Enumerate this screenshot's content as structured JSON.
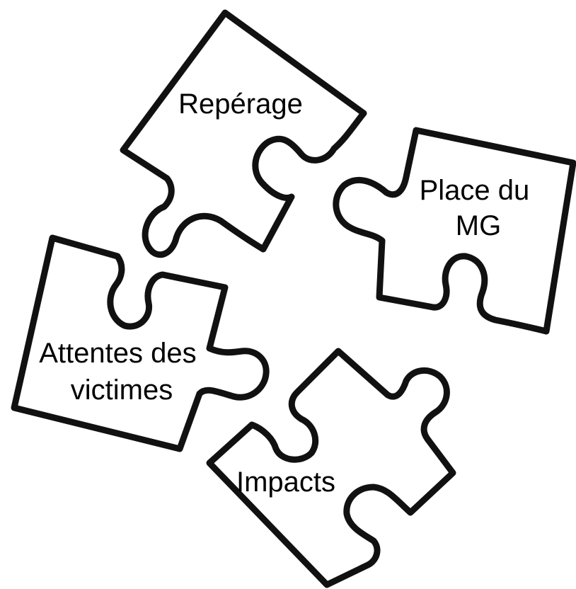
{
  "pieces": [
    {
      "name": "reperage",
      "label_lines": [
        "Repérage"
      ]
    },
    {
      "name": "place-du-mg",
      "label_lines": [
        "Place du",
        "MG"
      ]
    },
    {
      "name": "attentes-des-victimes",
      "label_lines": [
        "Attentes des",
        "victimes"
      ]
    },
    {
      "name": "impacts",
      "label_lines": [
        "Impacts"
      ]
    }
  ],
  "colors": {
    "outline": "#111111",
    "fill": "#ffffff",
    "text": "#000000"
  }
}
